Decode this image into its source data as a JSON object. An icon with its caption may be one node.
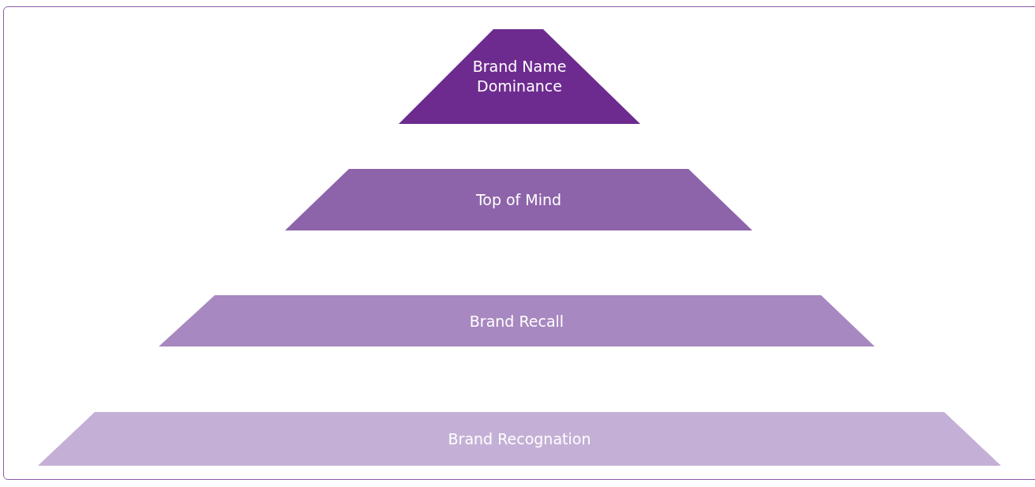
{
  "diagram": {
    "nodes": [
      {
        "text": [
          "Brand Name Dominance"
        ]
      },
      {
        "text": [
          "Top of Mind"
        ]
      },
      {
        "text": [
          "Brand Recall"
        ]
      },
      {
        "text": [
          "Brand Recognation"
        ]
      }
    ]
  }
}
